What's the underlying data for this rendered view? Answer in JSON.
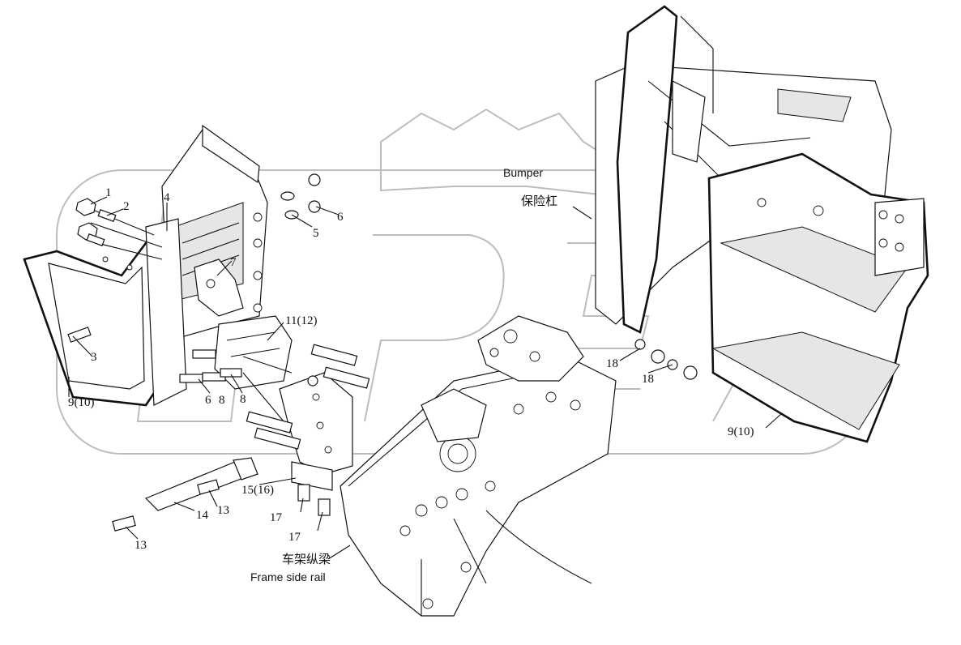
{
  "labels": {
    "bumper_en": "Bumper",
    "bumper_cn": "保险杠",
    "rail_cn": "车架纵梁",
    "rail_en": "Frame side rail"
  },
  "callouts": {
    "c1": "1",
    "c2": "2",
    "c3": "3",
    "c4": "4",
    "c5": "5",
    "c6a": "6",
    "c6b": "6",
    "c7": "7",
    "c8a": "8",
    "c8b": "8",
    "c9a": "9(10)",
    "c9b": "9(10)",
    "c11": "11(12)",
    "c13a": "13",
    "c13b": "13",
    "c14": "14",
    "c15": "15(16)",
    "c17a": "17",
    "c17b": "17",
    "c18a": "18",
    "c18b": "18"
  }
}
